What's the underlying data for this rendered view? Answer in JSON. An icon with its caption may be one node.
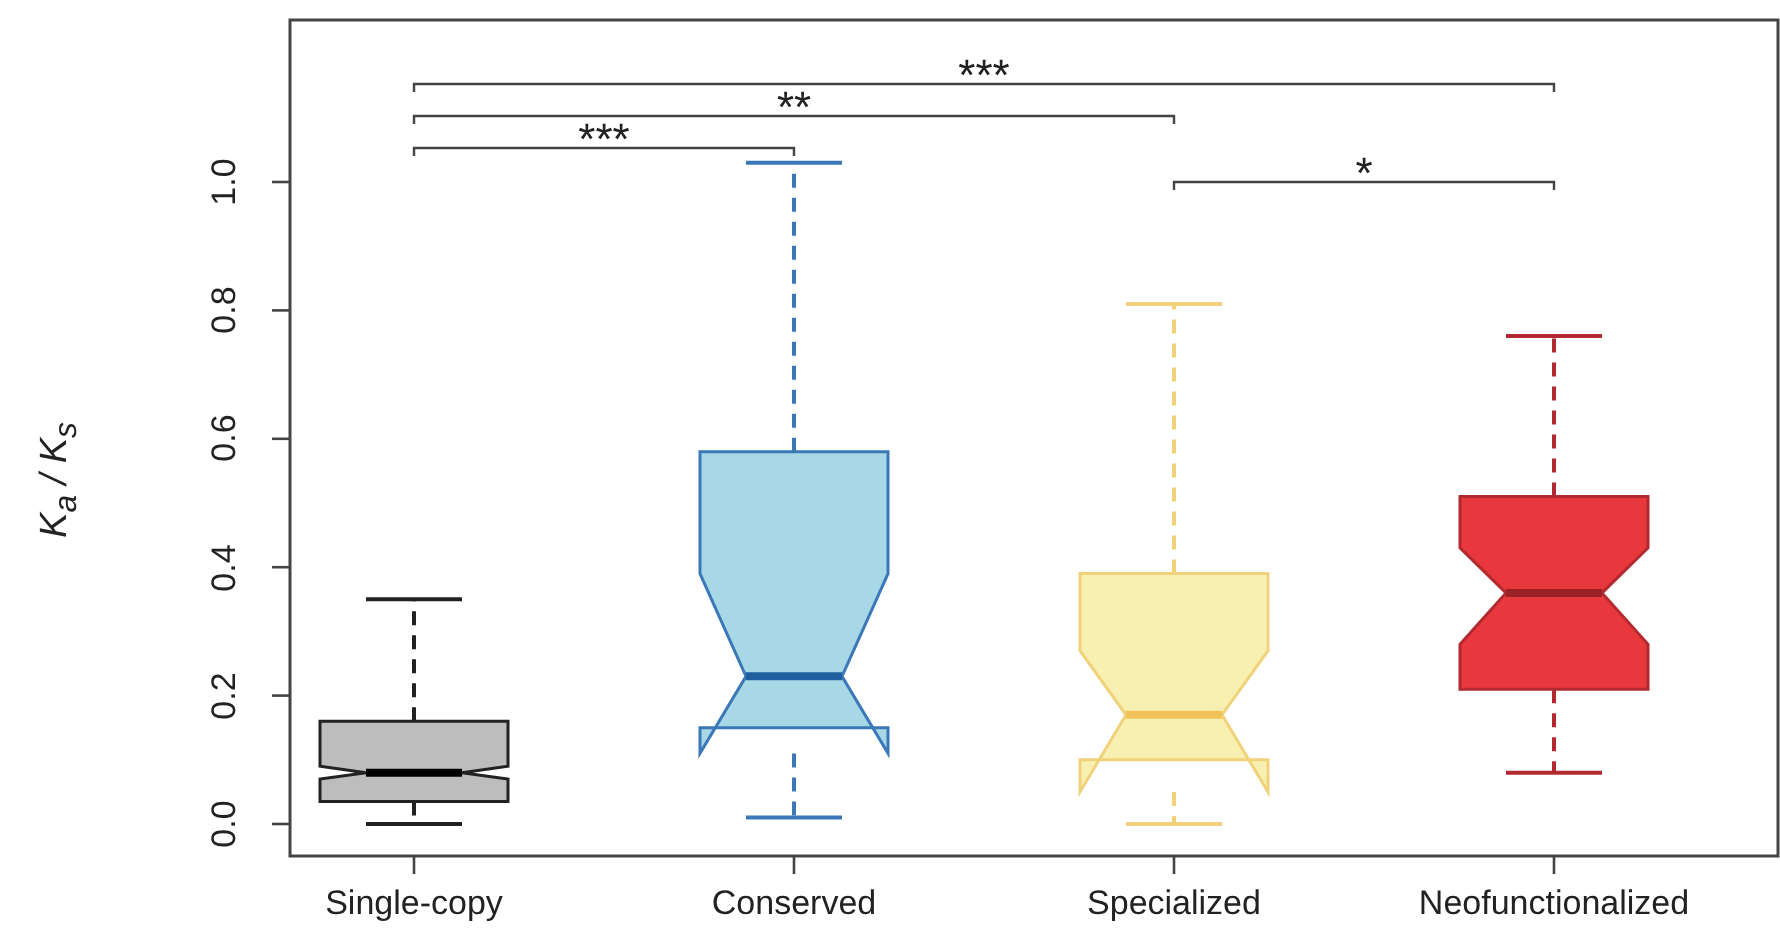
{
  "diagram": {
    "labels": [
      "***",
      "**",
      "***",
      "*",
      "K$_{a}$ / K$_{s}$",
      "1.0",
      "0.8",
      "0.6",
      "0.4",
      "0.2",
      "0.0",
      "Single-copy",
      "Conserved",
      "Specialized",
      "Neofunctionalized"
    ]
  }
}
